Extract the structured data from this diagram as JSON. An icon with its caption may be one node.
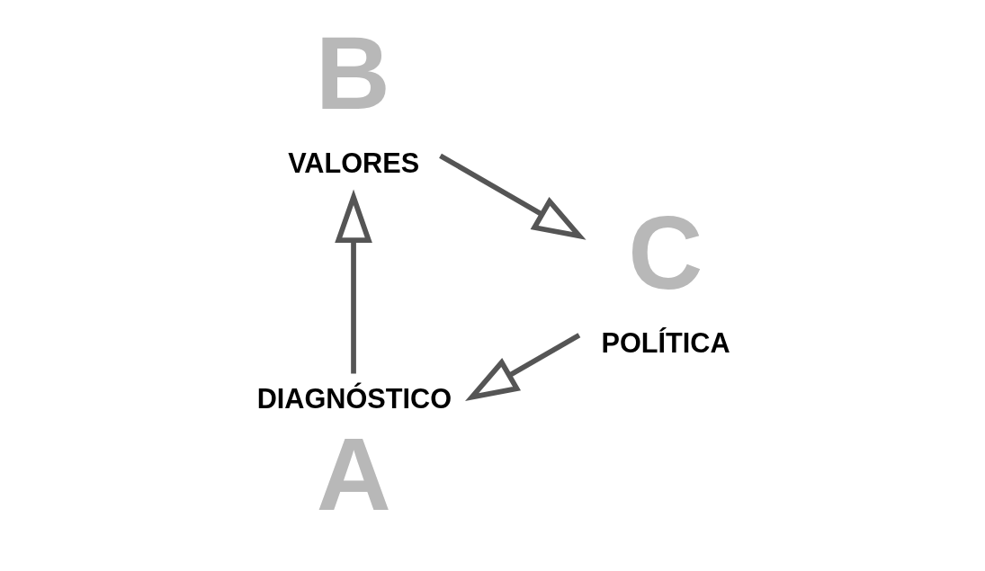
{
  "diagram": {
    "nodes": [
      {
        "text": [
          "DIAGNÓSTICO",
          "A"
        ]
      },
      {
        "text": [
          "C",
          "POLÍTICA"
        ]
      },
      {
        "text": [
          "B",
          "VALORES"
        ]
      }
    ],
    "edges": [
      {
        "from": 0,
        "to": 2,
        "arrow": "to"
      },
      {
        "from": 2,
        "to": 1,
        "arrow": "to"
      },
      {
        "from": 1,
        "to": 0,
        "arrow": "to"
      }
    ]
  }
}
